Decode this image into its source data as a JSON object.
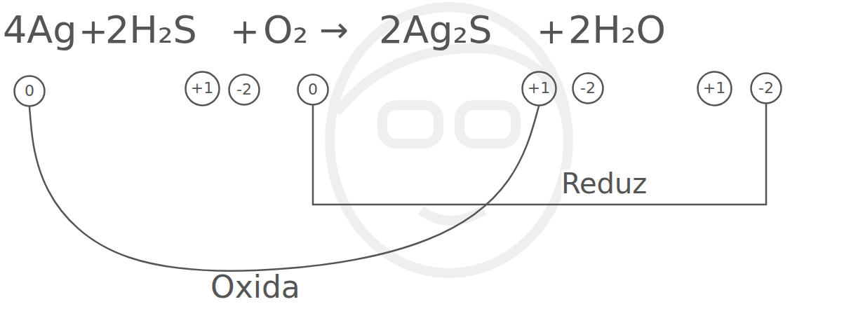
{
  "diagram": {
    "nodes": [
      {
        "text": [
          "0"
        ]
      },
      {
        "text": [
          "+1"
        ]
      },
      {
        "text": [
          "-2"
        ]
      },
      {
        "text": [
          "0"
        ]
      },
      {
        "text": [
          "+1"
        ]
      },
      {
        "text": [
          "-2"
        ]
      },
      {
        "text": [
          "+1"
        ]
      },
      {
        "text": [
          "-2"
        ]
      }
    ],
    "edges": [
      {
        "from": 0,
        "to": 4,
        "label": "Oxida",
        "arrow": "none"
      },
      {
        "from": 3,
        "to": 7,
        "label": "Reduz",
        "arrow": "none"
      }
    ],
    "labels": [
      "4Ag",
      "+",
      "2H₂S",
      "+",
      "O₂",
      "→",
      "2Ag₂S",
      "+",
      "2H₂O"
    ]
  }
}
